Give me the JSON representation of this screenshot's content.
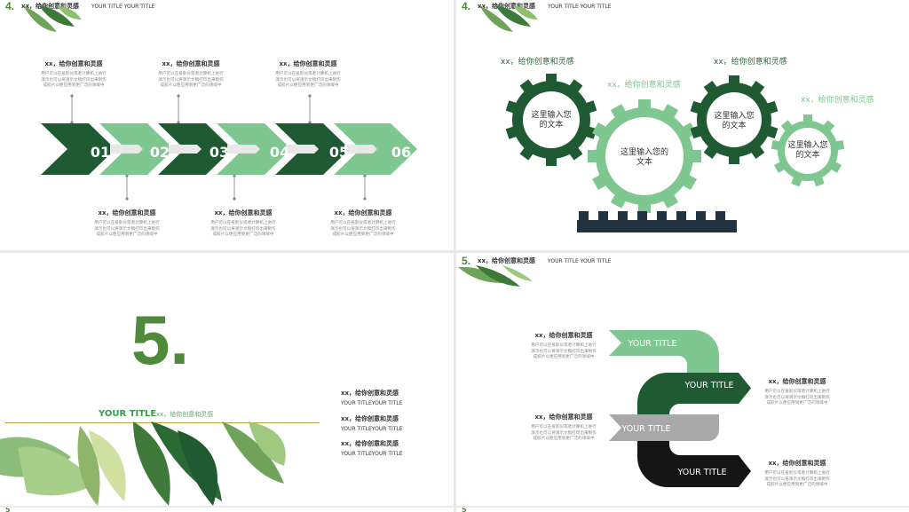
{
  "slide1": {
    "header": {
      "number": "4.",
      "subtitle": "xx，给你创意和灵感",
      "title": "YOUR TITLE YOUR TITLE"
    },
    "steps": [
      "01",
      "02",
      "03",
      "04",
      "05",
      "06"
    ],
    "top_labels": [
      {
        "heading": "xx，给你创意和灵感",
        "lines": [
          "用户可以在投影仪或者计算机上进行",
          "演示也可以将演示文稿打印出来制作",
          "成胶片以便应用到更广泛的领域中"
        ]
      },
      {
        "heading": "xx，给你创意和灵感",
        "lines": [
          "用户可以在投影仪或者计算机上进行",
          "演示也可以将演示文稿打印出来制作",
          "成胶片以便应用到更广泛的领域中"
        ]
      },
      {
        "heading": "xx，给你创意和灵感",
        "lines": [
          "用户可以在投影仪或者计算机上进行",
          "演示也可以将演示文稿打印出来制作",
          "成胶片以便应用到更广泛的领域中"
        ]
      }
    ],
    "bottom_labels": [
      {
        "heading": "xx，给你创意和灵感",
        "lines": [
          "用户可以在投影仪或者计算机上进行",
          "演示也可以将演示文稿打印出来制作",
          "成胶片以便应用到更广泛的领域中"
        ]
      },
      {
        "heading": "xx，给你创意和灵感",
        "lines": [
          "用户可以在投影仪或者计算机上进行",
          "演示也可以将演示文稿打印出来制作",
          "成胶片以便应用到更广泛的领域中"
        ]
      },
      {
        "heading": "xx，给你创意和灵感",
        "lines": [
          "用户可以在投影仪或者计算机上进行",
          "演示也可以将演示文稿打印出来制作",
          "成胶片以便应用到更广泛的领域中"
        ]
      }
    ]
  },
  "slide2": {
    "header": {
      "number": "4.",
      "subtitle": "xx，给你创意和灵感",
      "title": "YOUR TITLE YOUR TITLE"
    },
    "gears": [
      {
        "label_line1": "这里输入您",
        "label_line2": "的文本",
        "caption": "xx，给你创意和灵感"
      },
      {
        "label_line1": "这里输入您的",
        "label_line2": "文本",
        "caption": "xx，给你创意和灵感"
      },
      {
        "label_line1": "这里输入您",
        "label_line2": "的文本",
        "caption": "xx，给你创意和灵感"
      },
      {
        "label_line1": "这里输入您",
        "label_line2": "的文本",
        "caption": "xx，给你创意和灵感"
      }
    ]
  },
  "slide3": {
    "big_number": "5.",
    "title": "YOUR TITLE",
    "subtitle": "xx，给你创意和灵感",
    "items": [
      {
        "heading": "xx，给你创意和灵感",
        "text": "YOUR TITLEYOUR TITLE"
      },
      {
        "heading": "xx，给你创意和灵感",
        "text": "YOUR TITLEYOUR TITLE"
      },
      {
        "heading": "xx，给你创意和灵感",
        "text": "YOUR TITLEYOUR TITLE"
      }
    ]
  },
  "slide4": {
    "header": {
      "number": "5.",
      "subtitle": "xx，给你创意和灵感",
      "title": "YOUR TITLE YOUR TITLE"
    },
    "bands": [
      "YOUR TITLE",
      "YOUR TITLE",
      "YOUR TITLE",
      "YOUR TITLE"
    ],
    "left_labels": [
      {
        "heading": "xx，给你创意和灵感",
        "lines": [
          "用户可以在投影仪或者计算机上进行",
          "演示也可以将演示文稿打印出来制作",
          "成胶片以便应用到更广泛的领域中"
        ]
      },
      {
        "heading": "xx，给你创意和灵感",
        "lines": [
          "用户可以在投影仪或者计算机上进行",
          "演示也可以将演示文稿打印出来制作",
          "成胶片以便应用到更广泛的领域中"
        ]
      }
    ],
    "right_labels": [
      {
        "heading": "xx，给你创意和灵感",
        "lines": [
          "用户可以在投影仪或者计算机上进行",
          "演示也可以将演示文稿打印出来制作",
          "成胶片以便应用到更广泛的领域中"
        ]
      },
      {
        "heading": "xx，给你创意和灵感",
        "lines": [
          "用户可以在投影仪或者计算机上进行",
          "演示也可以将演示文稿打印出来制作",
          "成胶片以便应用到更广泛的领域中"
        ]
      }
    ]
  },
  "strip": {
    "left_number": "5",
    "right_number": "5"
  },
  "colors": {
    "dark_green": "#1f5a32",
    "light_green": "#7ec790",
    "accent_green": "#4e8a3a",
    "dark_slate": "#233240",
    "grey": "#a8a8a8"
  }
}
